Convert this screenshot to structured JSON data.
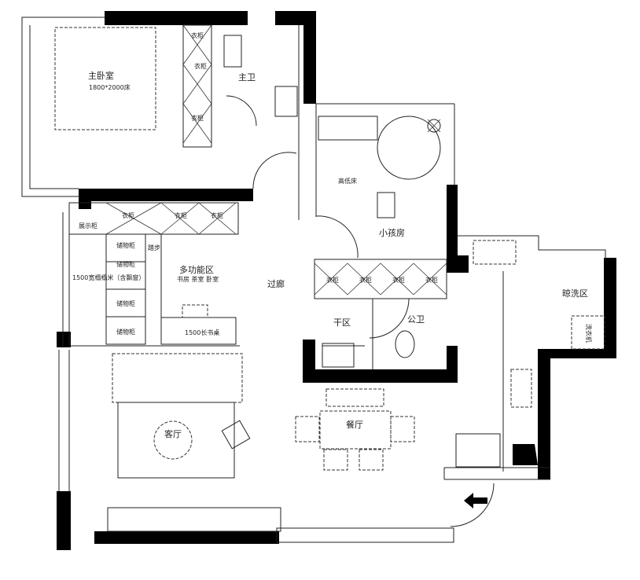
{
  "rooms": {
    "master_bedroom": "主卧室",
    "master_bed": "1800*2000床",
    "master_bath": "主卫",
    "wardrobe": "衣柜",
    "bunk_bed": "高低床",
    "kids_room": "小孩房",
    "display_cabinet": "展示柜",
    "storage_cabinet": "储物柜",
    "step": "踏步",
    "tatami": "1500宽榻榻米（含飘窗）",
    "multi_zone": "多功能区",
    "multi_zone_sub": "书房 茶室 卧室",
    "desk": "1500长书桌",
    "corridor": "过廊",
    "dry_area": "干区",
    "public_bath": "公卫",
    "laundry_area": "晾洗区",
    "washer": "洗衣机",
    "living_room": "客厅",
    "dining_room": "餐厅"
  },
  "icons": [
    "entrance-arrow-icon",
    "ceiling-light-icon"
  ]
}
